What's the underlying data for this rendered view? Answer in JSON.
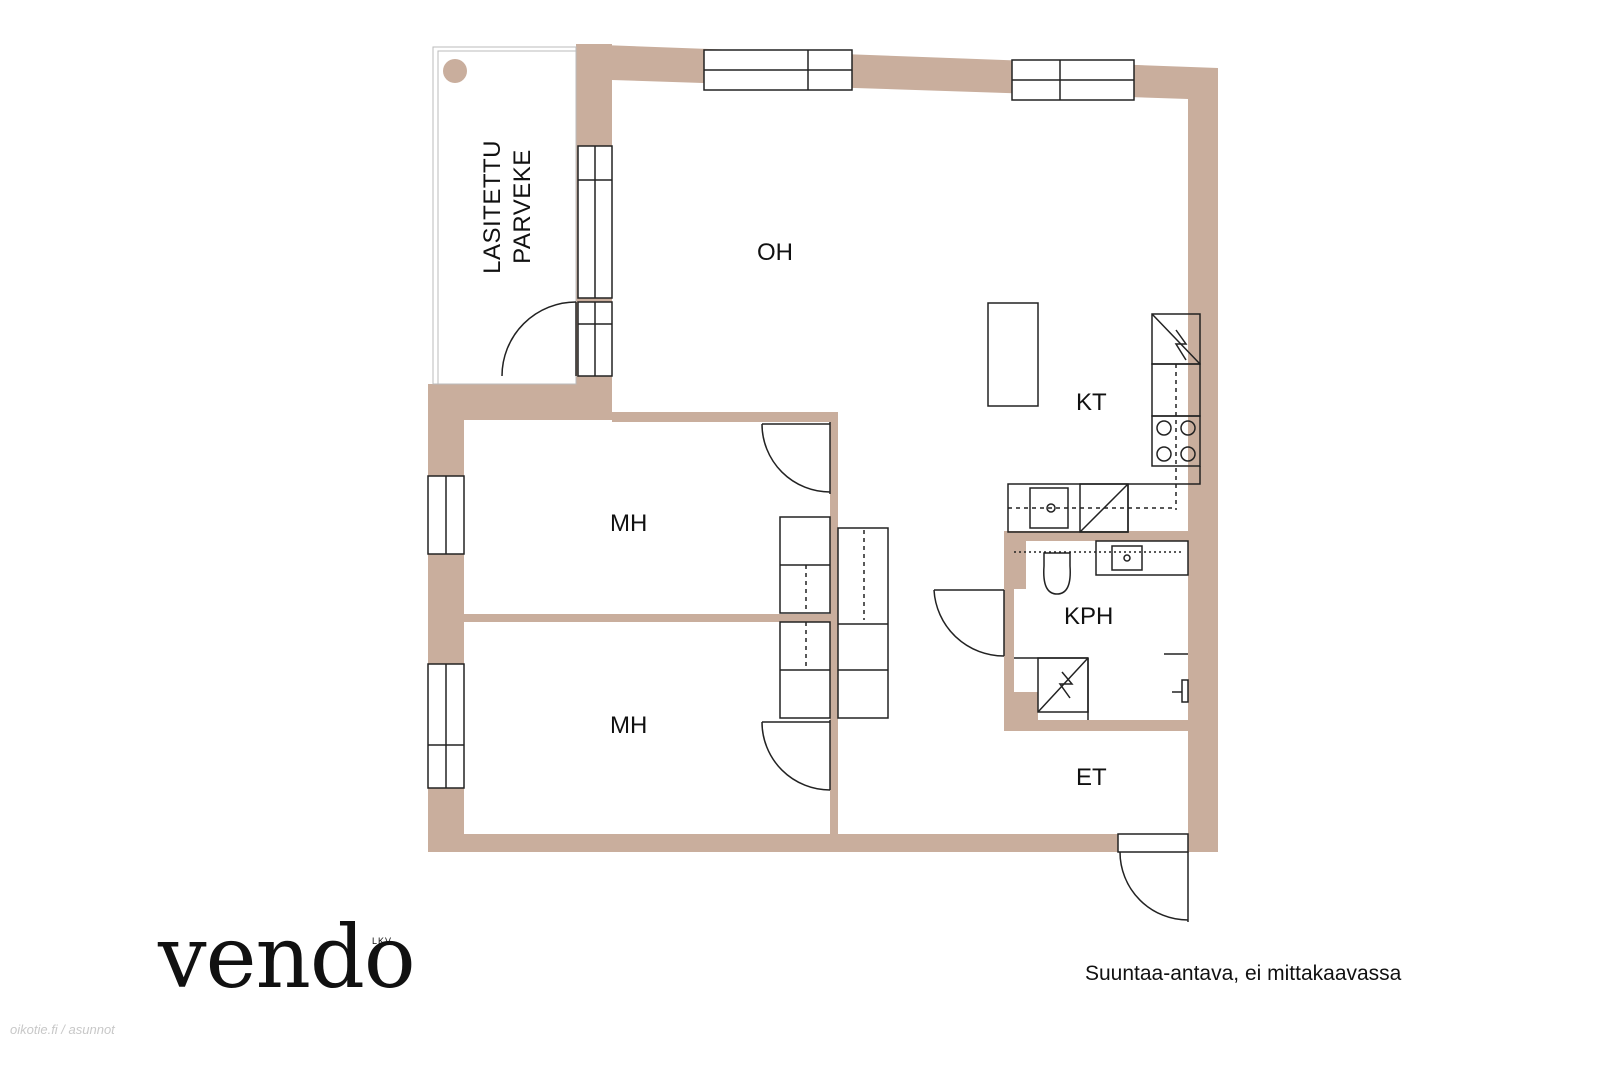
{
  "rooms": {
    "oh": "OH",
    "kt": "KT",
    "mh_upper": "MH",
    "mh_lower": "MH",
    "kph": "KPH",
    "et": "ET",
    "balcony": "LASITETTU\nPARVEKE"
  },
  "brand": {
    "logo_text": "vendo",
    "logo_suffix": "LKV"
  },
  "disclaimer": "Suuntaa-antava, ei mittakaavassa",
  "watermark": "oikotie.fi / asunnot",
  "colors": {
    "wall": "#c9ae9d",
    "line": "#222222",
    "background": "#ffffff"
  }
}
